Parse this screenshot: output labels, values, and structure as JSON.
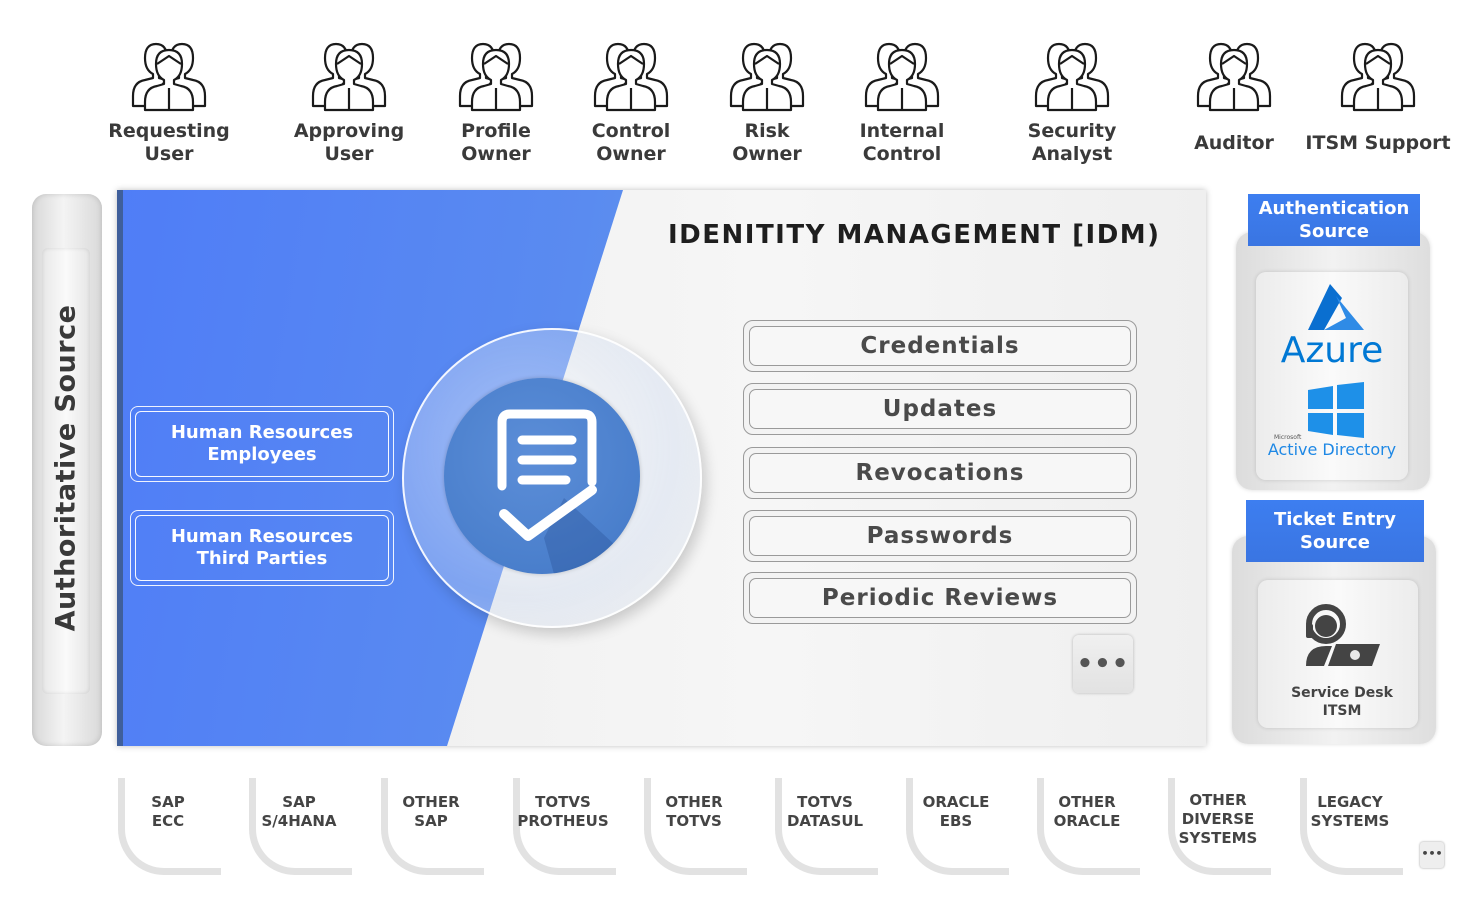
{
  "roles": [
    {
      "label": "Requesting\nUser"
    },
    {
      "label": "Approving\nUser"
    },
    {
      "label": "Profile\nOwner"
    },
    {
      "label": "Control\nOwner"
    },
    {
      "label": "Risk\nOwner"
    },
    {
      "label": "Internal\nControl"
    },
    {
      "label": "Security\nAnalyst"
    },
    {
      "label": "Auditor"
    },
    {
      "label": "ITSM Support"
    }
  ],
  "authoritative_source": {
    "label": "Authoritative Source"
  },
  "idm": {
    "title": "IDENITITY MANAGEMENT [IDM)",
    "hr_sources": [
      {
        "label": "Human Resources\nEmployees"
      },
      {
        "label": "Human Resources\nThird Parties"
      }
    ],
    "processes": [
      {
        "label": "Credentials"
      },
      {
        "label": "Updates"
      },
      {
        "label": "Revocations"
      },
      {
        "label": "Passwords"
      },
      {
        "label": "Periodic Reviews"
      }
    ],
    "more": "•••"
  },
  "authentication_source": {
    "title": "Authentication\nSource",
    "azure_label": "Azure",
    "ad_small": "Microsoft",
    "ad_label": "Active Directory"
  },
  "ticket_source": {
    "title": "Ticket Entry\nSource",
    "label": "Service Desk\nITSM"
  },
  "systems": [
    {
      "label": "SAP\nECC"
    },
    {
      "label": "SAP\nS/4HANA"
    },
    {
      "label": "OTHER\nSAP"
    },
    {
      "label": "TOTVS\nPROTHEUS"
    },
    {
      "label": "OTHER\nTOTVS"
    },
    {
      "label": "TOTVS\nDATASUL"
    },
    {
      "label": "ORACLE\nEBS"
    },
    {
      "label": "OTHER\nORACLE"
    },
    {
      "label": "OTHER\nDIVERSE\nSYSTEMS"
    },
    {
      "label": "LEGACY\nSYSTEMS"
    }
  ],
  "systems_more": "•••",
  "colors": {
    "accent_blue": "#4f7df7",
    "header_blue": "#3d7ef0",
    "azure": "#0078d4"
  }
}
